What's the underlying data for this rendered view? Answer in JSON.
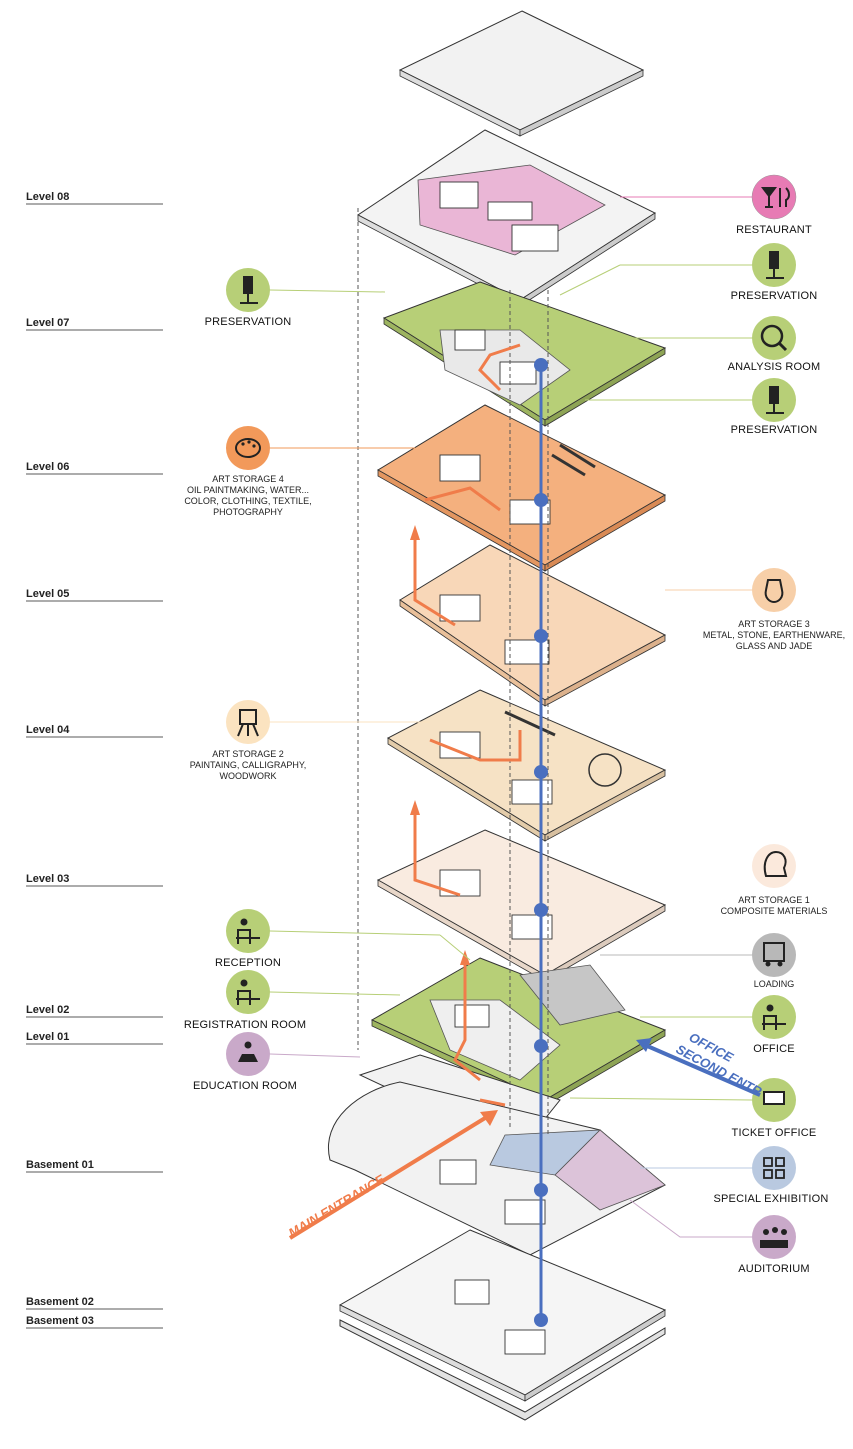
{
  "levels": [
    {
      "name": "Level 08"
    },
    {
      "name": "Level 07"
    },
    {
      "name": "Level 06"
    },
    {
      "name": "Level 05"
    },
    {
      "name": "Level 04"
    },
    {
      "name": "Level 03"
    },
    {
      "name": "Level 02"
    },
    {
      "name": "Level 01"
    },
    {
      "name": "Basement 01"
    },
    {
      "name": "Basement 02"
    },
    {
      "name": "Basement 03"
    }
  ],
  "programs": {
    "restaurant": {
      "title": "RESTAURANT",
      "icon": "cocktail-cutlery-icon",
      "color": "#e77bb4"
    },
    "preservation_right_top": {
      "title": "PRESERVATION",
      "icon": "microscope-icon",
      "color": "#b7cf77"
    },
    "preservation_left": {
      "title": "PRESERVATION",
      "icon": "microscope-icon",
      "color": "#b7cf77"
    },
    "analysis_room": {
      "title": "ANALYSIS ROOM",
      "icon": "magnifier-circuit-icon",
      "color": "#b7cf77"
    },
    "preservation_right_bottom": {
      "title": "PRESERVATION",
      "icon": "microscope-icon",
      "color": "#b7cf77"
    },
    "art_storage_4": {
      "title": "ART STORAGE 4",
      "lines": [
        "OIL PAINTMAKING, WATER...",
        "COLOR, CLOTHING, TEXTILE,",
        "PHOTOGRAPHY"
      ],
      "icon": "palette-icon",
      "color": "#f2995a"
    },
    "art_storage_3": {
      "title": "ART STORAGE 3",
      "lines": [
        "METAL, STONE, EARTHENWARE,",
        "GLASS AND JADE"
      ],
      "icon": "vase-icon",
      "color": "#f7cfa8"
    },
    "art_storage_2": {
      "title": "ART STORAGE 2",
      "lines": [
        "PAINTAING, CALLIGRAPHY,",
        "WOODWORK"
      ],
      "icon": "easel-icon",
      "color": "#fbe3c0"
    },
    "art_storage_1": {
      "title": "ART STORAGE 1",
      "lines": [
        "COMPOSITE MATERIALS"
      ],
      "icon": "sculpture-head-icon",
      "color": "#fbe9dc"
    },
    "reception": {
      "title": "RECEPTION",
      "icon": "desk-person-icon",
      "color": "#b7cf77"
    },
    "registration_room": {
      "title": "REGISTRATION ROOM",
      "icon": "desk-person-icon",
      "color": "#b7cf77"
    },
    "education_room": {
      "title": "EDUCATION ROOM",
      "icon": "lecture-icon",
      "color": "#c9a9c9"
    },
    "loading": {
      "title": "LOADING",
      "icon": "truck-icon",
      "color": "#b8b8b8"
    },
    "office": {
      "title": "OFFICE",
      "icon": "desk-person-icon",
      "color": "#b7cf77"
    },
    "ticket_office": {
      "title": "TICKET OFFICE",
      "icon": "ticket-hand-icon",
      "color": "#b7cf77"
    },
    "special_exhibition": {
      "title": "SPECIAL EXHIBITION",
      "icon": "gallery-grid-icon",
      "color": "#b9c9e0"
    },
    "auditorium": {
      "title": "AUDITORIUM",
      "icon": "audience-icon",
      "color": "#c9a9c9"
    }
  },
  "entrances": {
    "main": {
      "text": "MAIN ENTRANCE",
      "color": "#f07c4a"
    },
    "office": {
      "line1": "OFFICE",
      "line2": "SECOND ENTR",
      "color": "#4a6fbf"
    }
  },
  "colors": {
    "circulation_orange": "#f07c4a",
    "circulation_blue": "#4a6fbf",
    "floor_green": "#b7cf77",
    "floor_pink": "#eab6d6",
    "floor_orange": "#f4b07e",
    "floor_peach": "#f8d7b8",
    "floor_beige": "#f6e2c5",
    "floor_light": "#f9ebe0",
    "floor_grey": "#e5e5e5"
  }
}
